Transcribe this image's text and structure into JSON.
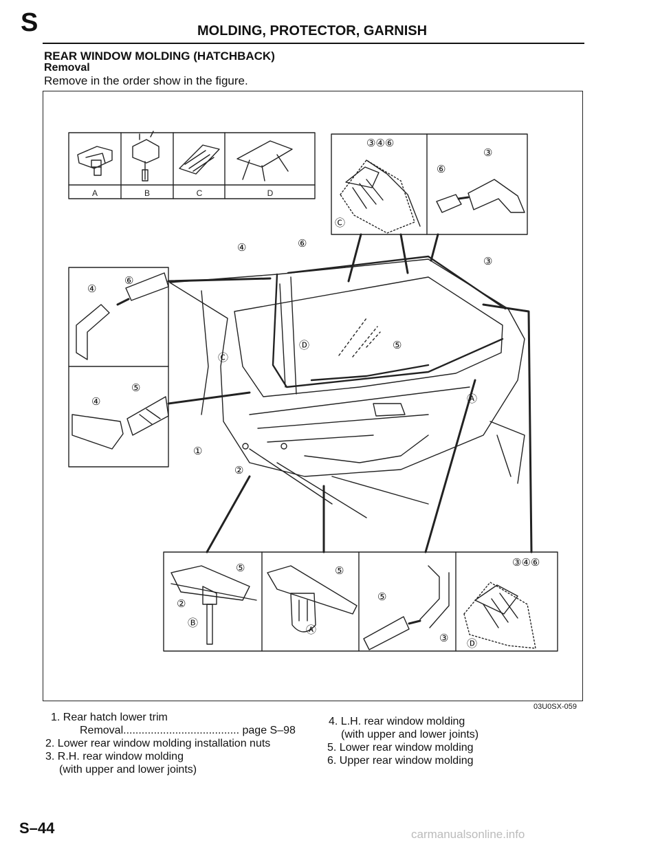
{
  "header": {
    "section_letter": "S",
    "title": "MOLDING, PROTECTOR, GARNISH"
  },
  "section": {
    "heading": "REAR WINDOW MOLDING (HATCHBACK)",
    "subheading": "Removal",
    "instruction": "Remove in the order show in the figure."
  },
  "figure": {
    "clip_labels": [
      "A",
      "B",
      "C",
      "D"
    ],
    "callouts": {
      "one": "①",
      "two": "②",
      "three": "③",
      "four": "④",
      "five": "⑤",
      "six": "⑥",
      "three_four_six": "③④⑥",
      "A": "Ⓐ",
      "B": "Ⓑ",
      "C": "Ⓒ",
      "D": "Ⓓ"
    },
    "code": "03U0SX-059"
  },
  "legend": {
    "left": [
      "1. Rear hatch lower trim",
      "Removal...................................... page S–98",
      "2. Lower rear window molding installation nuts",
      "3. R.H. rear window molding",
      "(with upper and lower joints)"
    ],
    "right": [
      "4. L.H. rear window molding",
      "(with upper and lower joints)",
      "5. Lower rear window molding",
      "6. Upper rear window molding"
    ]
  },
  "footer": {
    "page_number": "S–44",
    "watermark": "carmanualsonline.info"
  }
}
